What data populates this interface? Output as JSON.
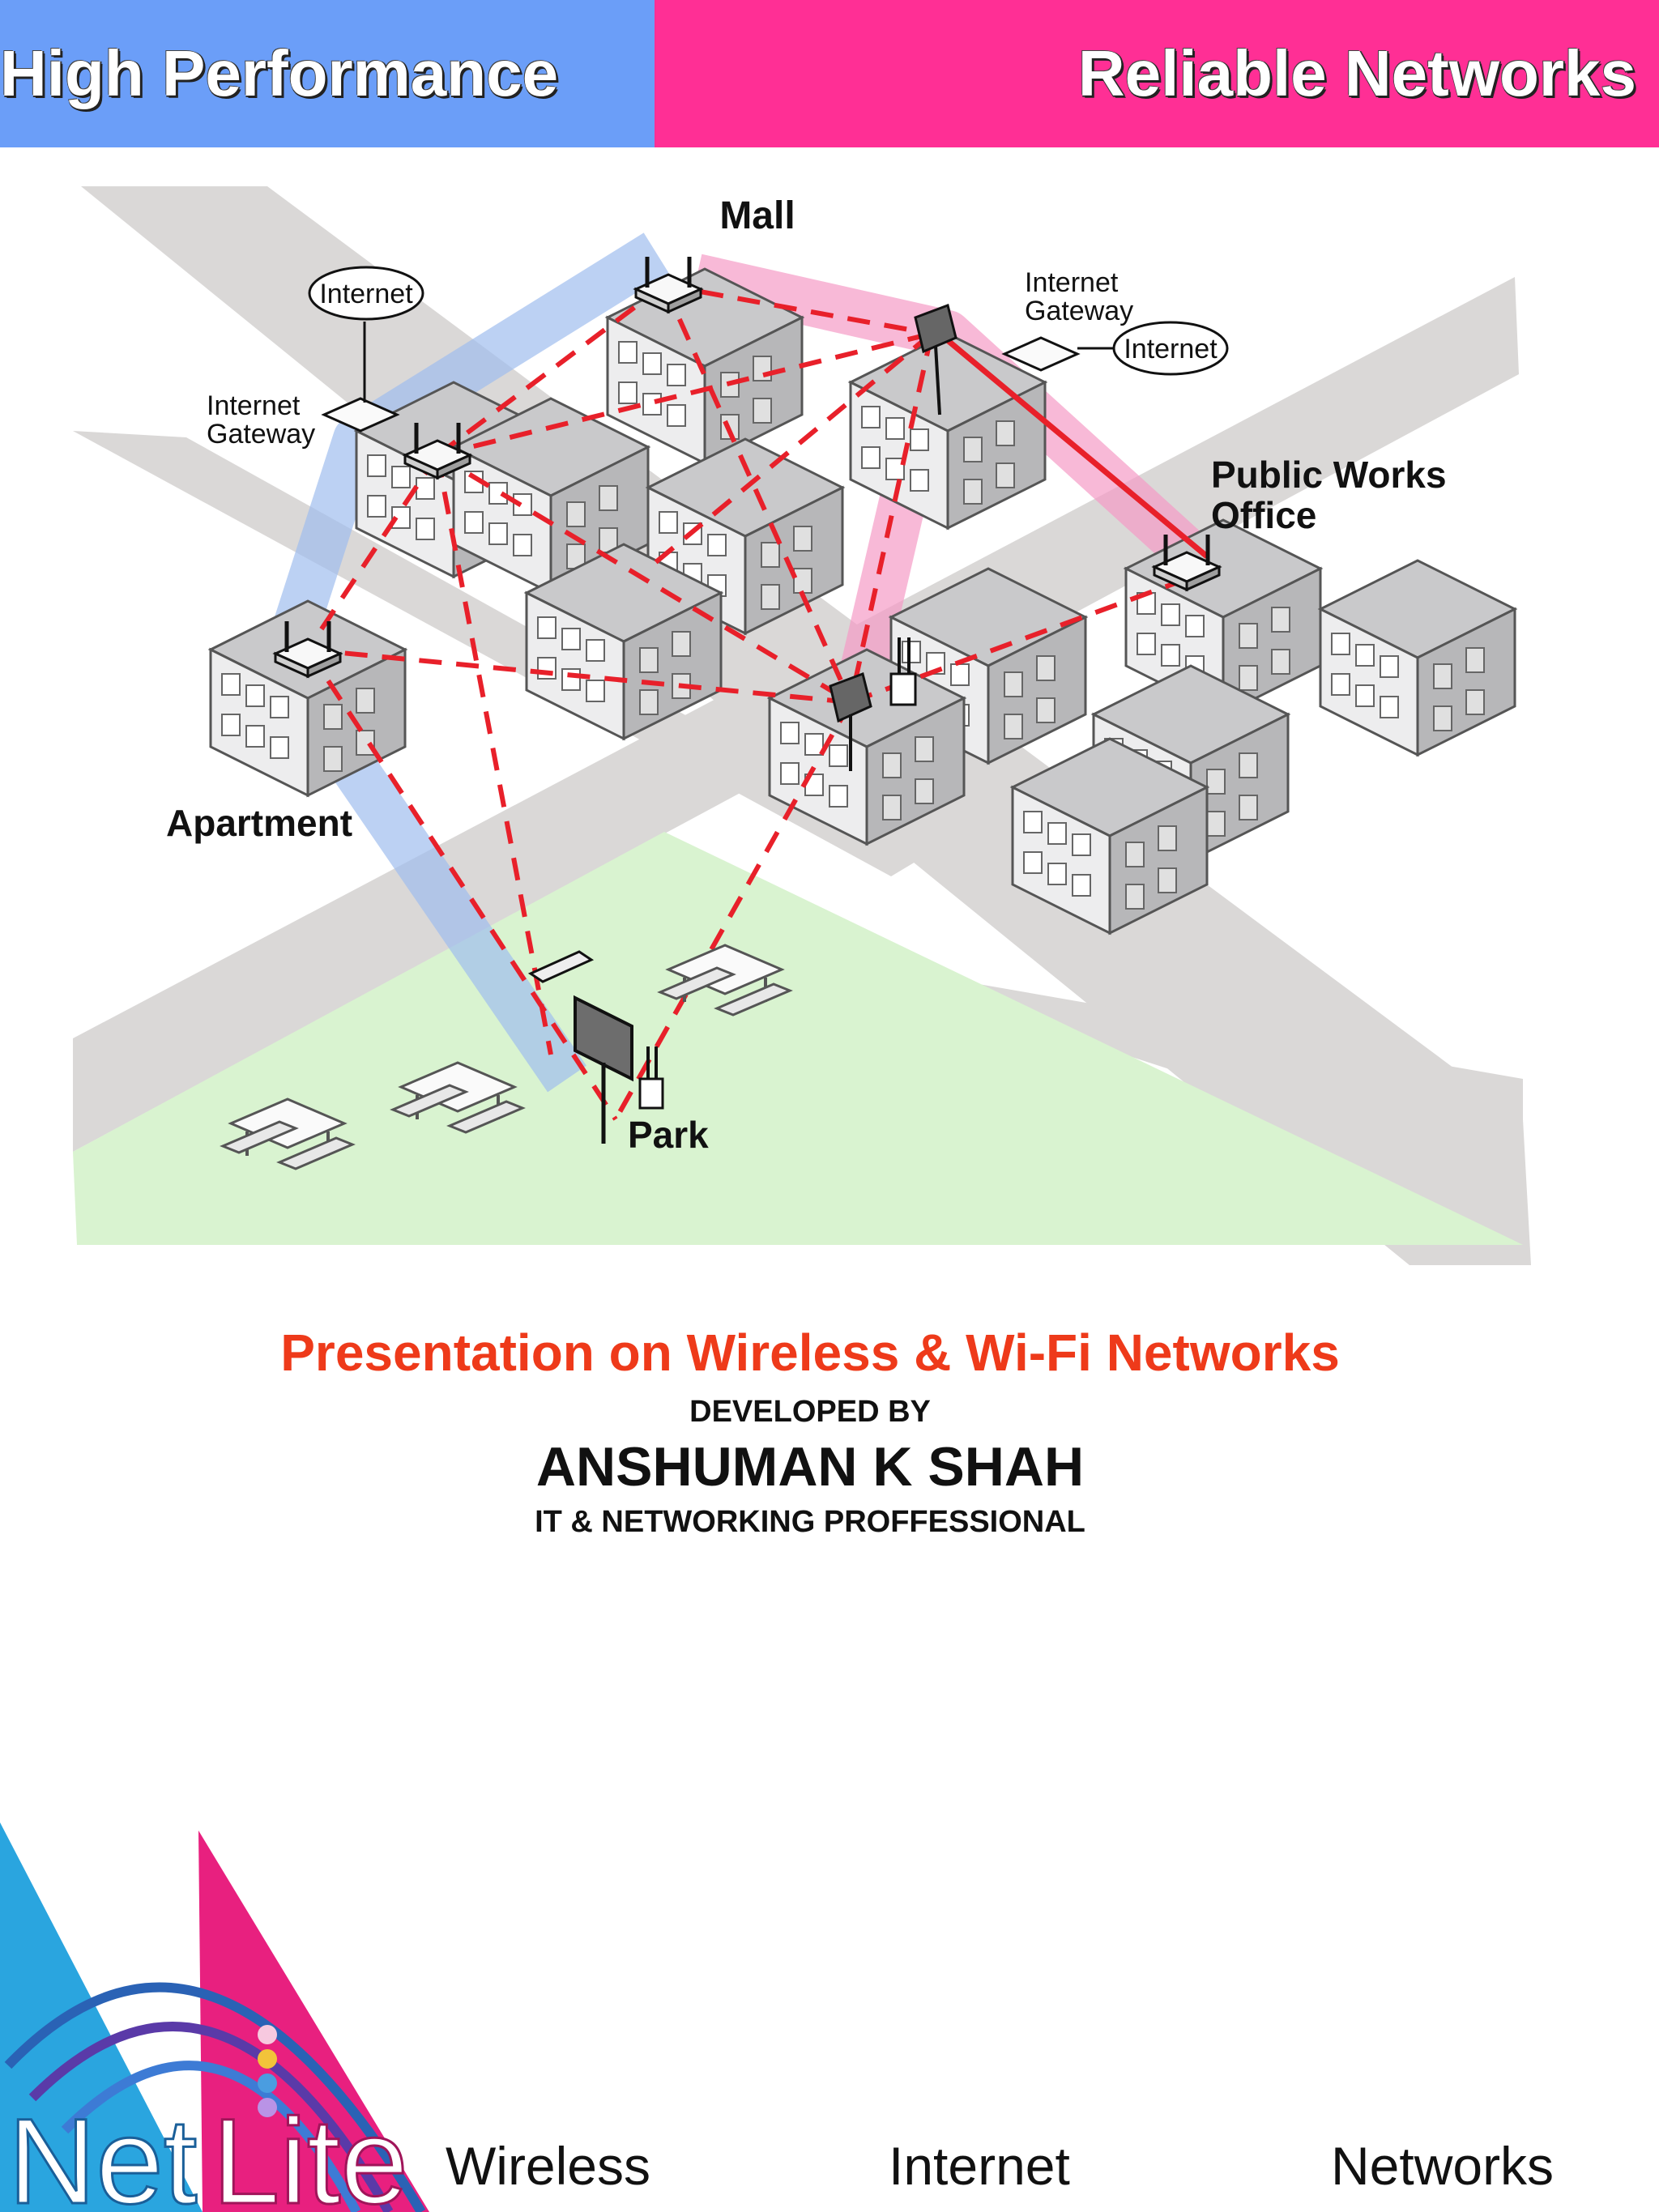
{
  "header": {
    "left_text": "High Performance",
    "right_text": "Reliable Networks",
    "left_color": "#6b9ef8",
    "right_color": "#ff2f95"
  },
  "diagram": {
    "labels": {
      "mall": "Mall",
      "public_works": [
        "Public Works",
        "Office"
      ],
      "apartment": "Apartment",
      "park": "Park",
      "internet_left": "Internet",
      "gateway_left": [
        "Internet",
        "Gateway"
      ],
      "internet_right": "Internet",
      "gateway_right": [
        "Internet",
        "Gateway"
      ]
    },
    "colors": {
      "link": "#e8202a",
      "blue_path": "#a9c4ef",
      "pink_path": "#f5a2cc",
      "road": "#d9d7d6",
      "park": "#d9f3d0",
      "building": "#a9a9ab"
    }
  },
  "slide": {
    "title": "Presentation on Wireless & Wi-Fi Networks",
    "developed_by": "DEVELOPED BY",
    "author": "ANSHUMAN K SHAH",
    "role": "IT & NETWORKING PROFFESSIONAL"
  },
  "logo": {
    "part1": "Net",
    "part2": "Lite"
  },
  "footer": {
    "words": [
      "Wireless",
      "Internet",
      "Networks"
    ]
  }
}
